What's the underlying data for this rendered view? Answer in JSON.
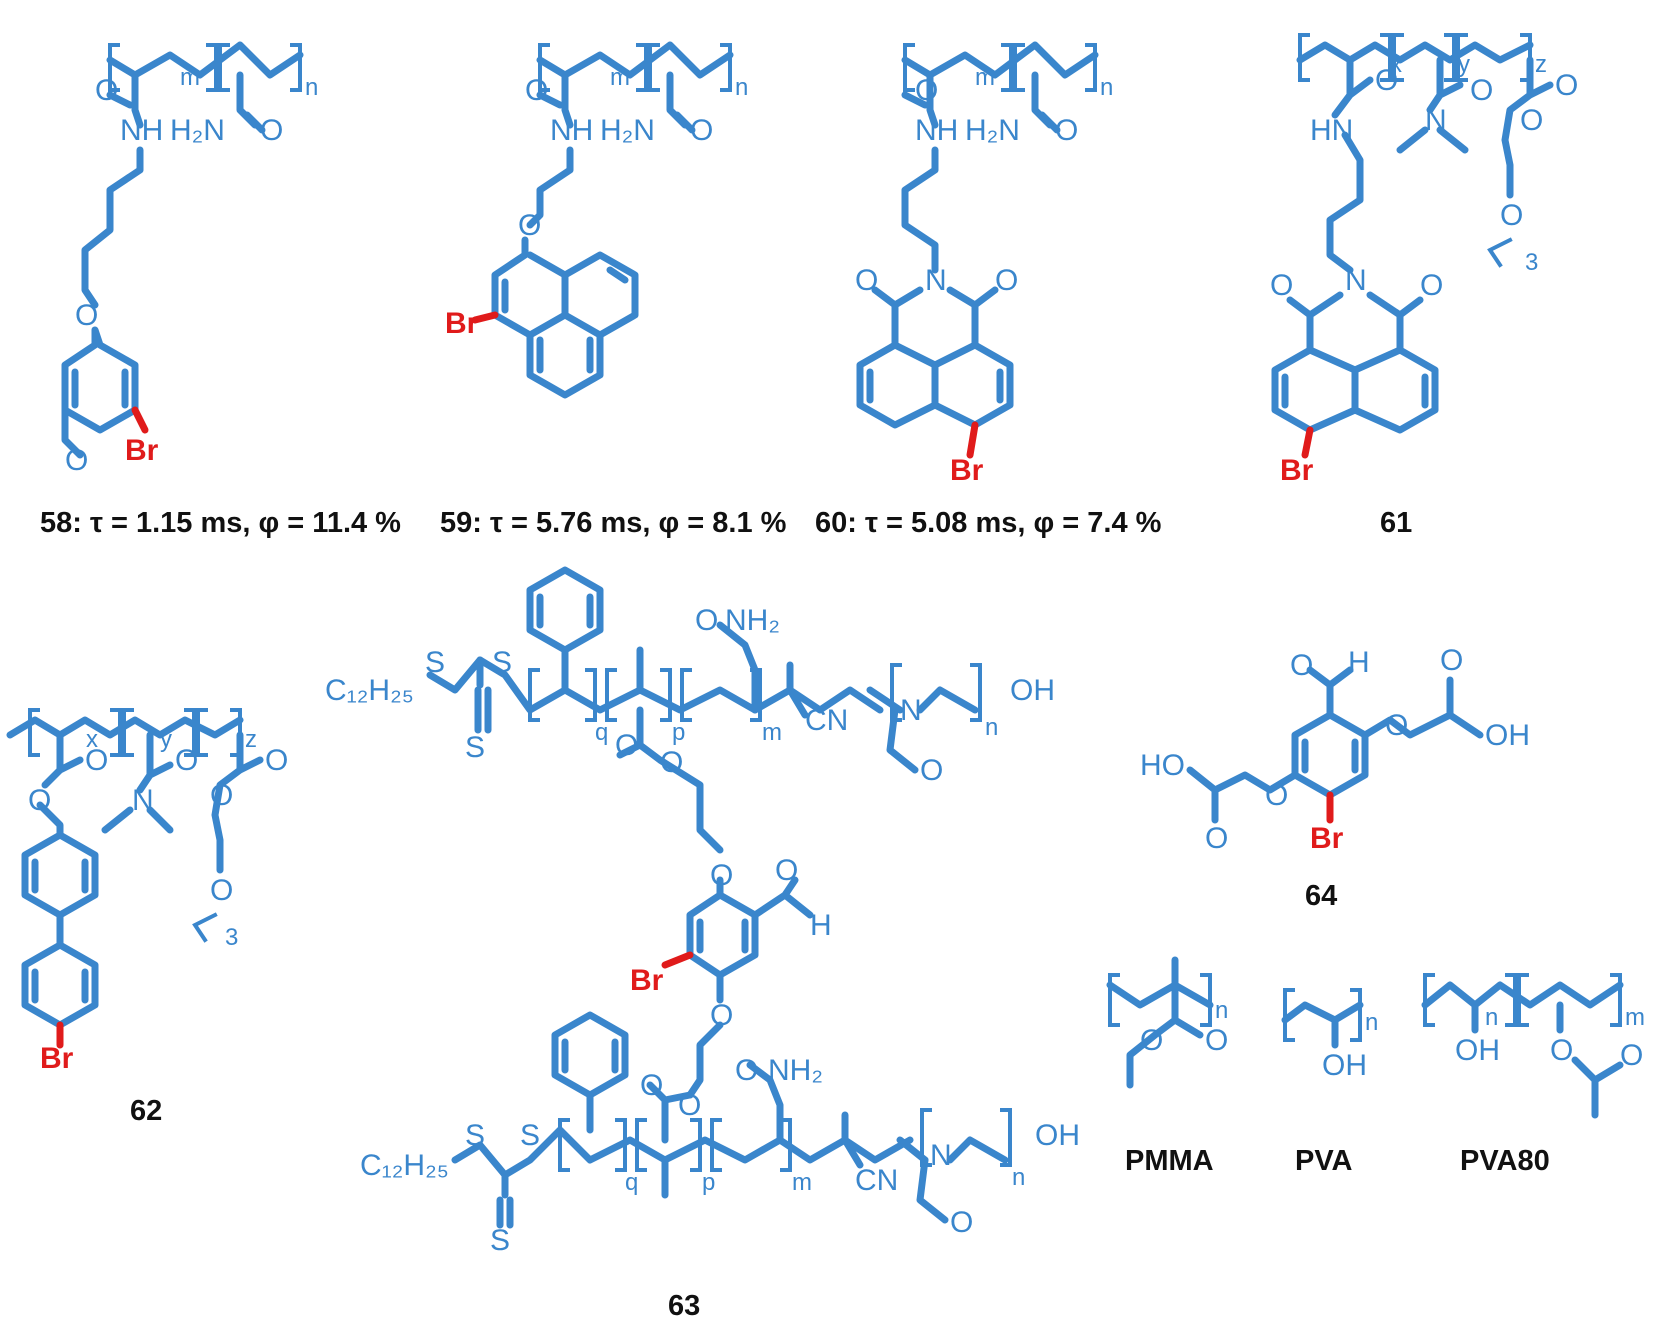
{
  "colors": {
    "bond": "#3a86cc",
    "halogen": "#e01b1b",
    "caption": "#111111"
  },
  "captions": {
    "c58": "58:  τ = 1.15 ms, φ = 11.4 %",
    "c59": "59:  τ = 5.76 ms, φ = 8.1 %",
    "c60": "60:  τ = 5.08 ms, φ = 7.4 %",
    "c61": "61",
    "c62": "62",
    "c63": "63",
    "c64": "64",
    "pmma": "PMMA",
    "pva": "PVA",
    "pva80": "PVA80"
  },
  "atoms": {
    "O": "O",
    "NH": "NH",
    "HN": "HN",
    "H2N": "H₂N",
    "NH2": "NH₂",
    "N": "N",
    "Br": "Br",
    "S": "S",
    "CN": "CN",
    "OH": "OH",
    "HO": "HO",
    "H": "H",
    "C12H25": "C₁₂H₂₅"
  },
  "repeat": {
    "m": "m",
    "n": "n",
    "p": "p",
    "q": "q",
    "x": "x",
    "y": "y",
    "z": "z",
    "three": "3"
  }
}
